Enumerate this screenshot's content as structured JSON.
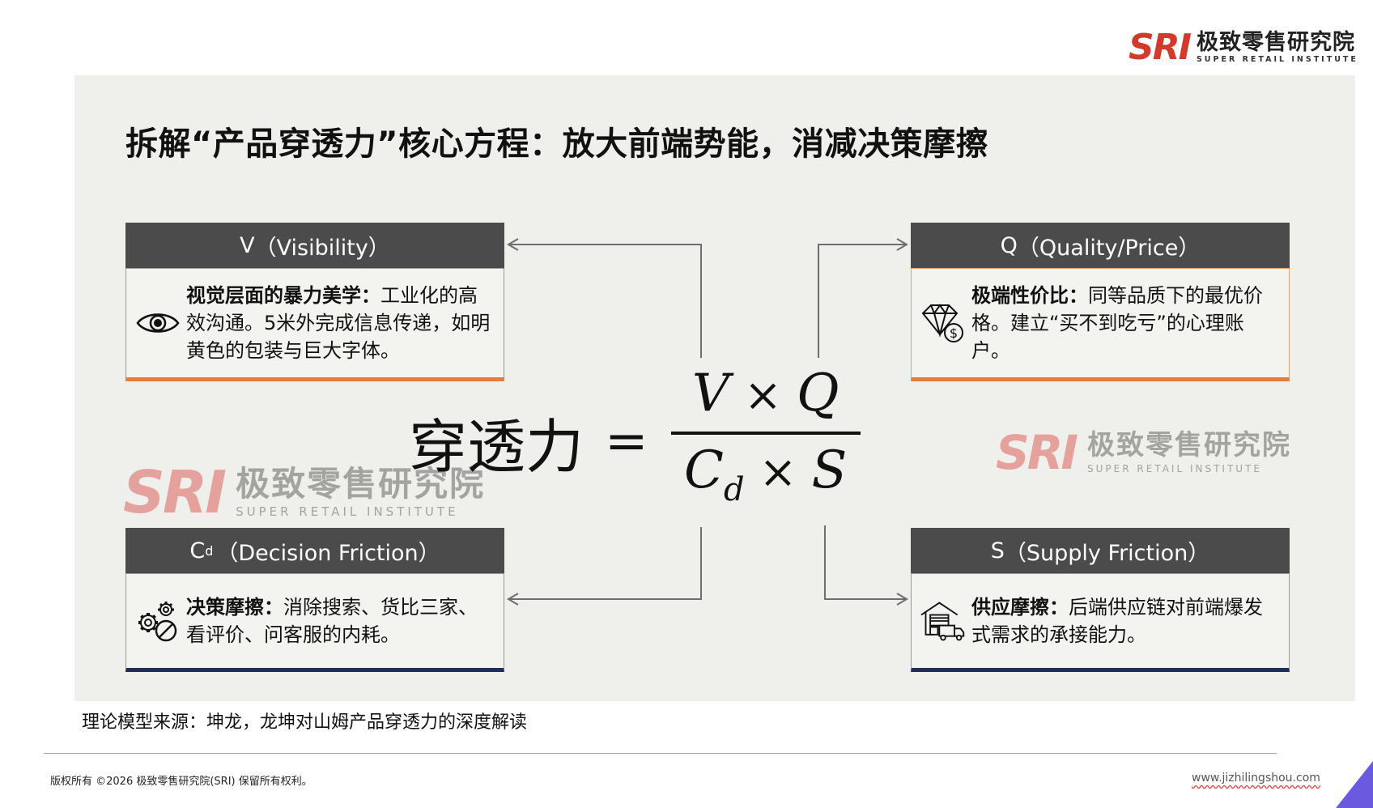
{
  "header": {
    "logo_mark": "SRI",
    "logo_cn": "极致零售研究院",
    "logo_en": "SUPER RETAIL INSTITUTE"
  },
  "slide": {
    "title": "拆解“产品穿透力”核心方程：放大前端势能，消减决策摩擦",
    "cards": {
      "v": {
        "header_symbol": "V",
        "header_label": "（Visibility）",
        "icon": "eye-icon",
        "bold": "视觉层面的暴力美学：",
        "text": "工业化的高效沟通。5米外完成信息传递，如明黄色的包装与巨大字体。",
        "accent_color": "#e07e3a"
      },
      "q": {
        "header_symbol": "Q",
        "header_label": "（Quality/Price）",
        "icon": "diamond-dollar-icon",
        "bold": "极端性价比：",
        "text": "同等品质下的最优价格。建立“买不到吃亏”的心理账户。",
        "accent_color": "#e07e3a"
      },
      "cd": {
        "header_symbol": "C",
        "header_sub": "d",
        "header_label": "（Decision Friction）",
        "icon": "gears-blocked-icon",
        "bold": "决策摩擦：",
        "text": "消除搜索、货比三家、看评价、问客服的内耗。",
        "accent_color": "#1f3050"
      },
      "s": {
        "header_symbol": "S",
        "header_label": "（Supply Friction）",
        "icon": "warehouse-truck-icon",
        "bold": "供应摩擦：",
        "text": "后端供应链对前端爆发式需求的承接能力。",
        "accent_color": "#1f3050"
      }
    },
    "formula": {
      "lhs": "穿透力",
      "eq": "=",
      "num_a": "V",
      "num_b": "Q",
      "den_a": "C",
      "den_a_sub": "d",
      "den_b": "S",
      "times": "×"
    },
    "watermark": {
      "mark": "SRI",
      "cn": "极致零售研究院",
      "en": "SUPER RETAIL INSTITUTE"
    }
  },
  "footer": {
    "source": "理论模型来源：坤龙，龙坤对山姆产品穿透力的深度解读",
    "copyright": "版权所有 ©2026  极致零售研究院(SRI)  保留所有权利。",
    "url": "www.jizhilingshou.com"
  },
  "colors": {
    "brand_red": "#d33a2c",
    "header_gray": "#4b4b4b",
    "panel_bg": "#efefeb",
    "orange_accent": "#e07e3a",
    "navy_accent": "#1f3050",
    "corner_purple": "#6a5ae0"
  }
}
